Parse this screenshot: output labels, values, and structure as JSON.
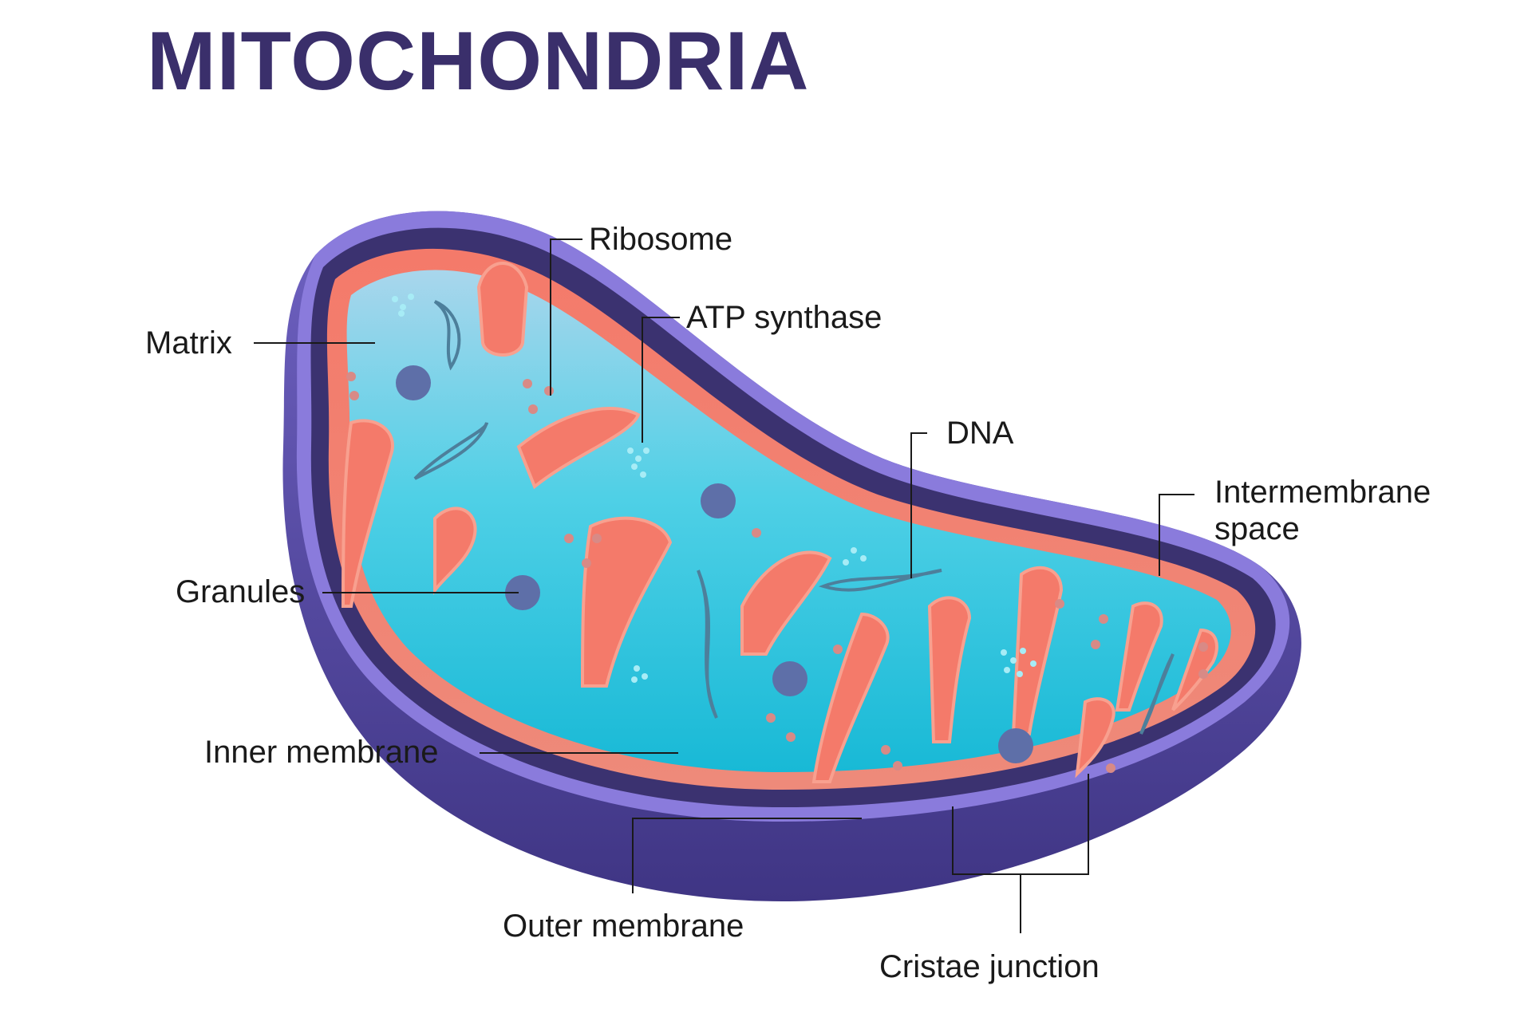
{
  "title": "MITOCHONDRIA",
  "labels": {
    "matrix": "Matrix",
    "ribosome": "Ribosome",
    "atp_synthase": "ATP synthase",
    "dna": "DNA",
    "intermembrane_line1": "Intermembrane",
    "intermembrane_line2": "space",
    "granules": "Granules",
    "inner_membrane": "Inner membrane",
    "outer_membrane": "Outer membrane",
    "cristae_junction": "Cristae junction"
  },
  "colors": {
    "title": "#3a2f6b",
    "outer_membrane": "#7f6fd0",
    "intermembrane_space": "#3b3270",
    "inner_membrane": "#f27c6e",
    "matrix": "#3fc9de",
    "granule": "#5e6fa8",
    "ribosome": "#d88a86"
  }
}
